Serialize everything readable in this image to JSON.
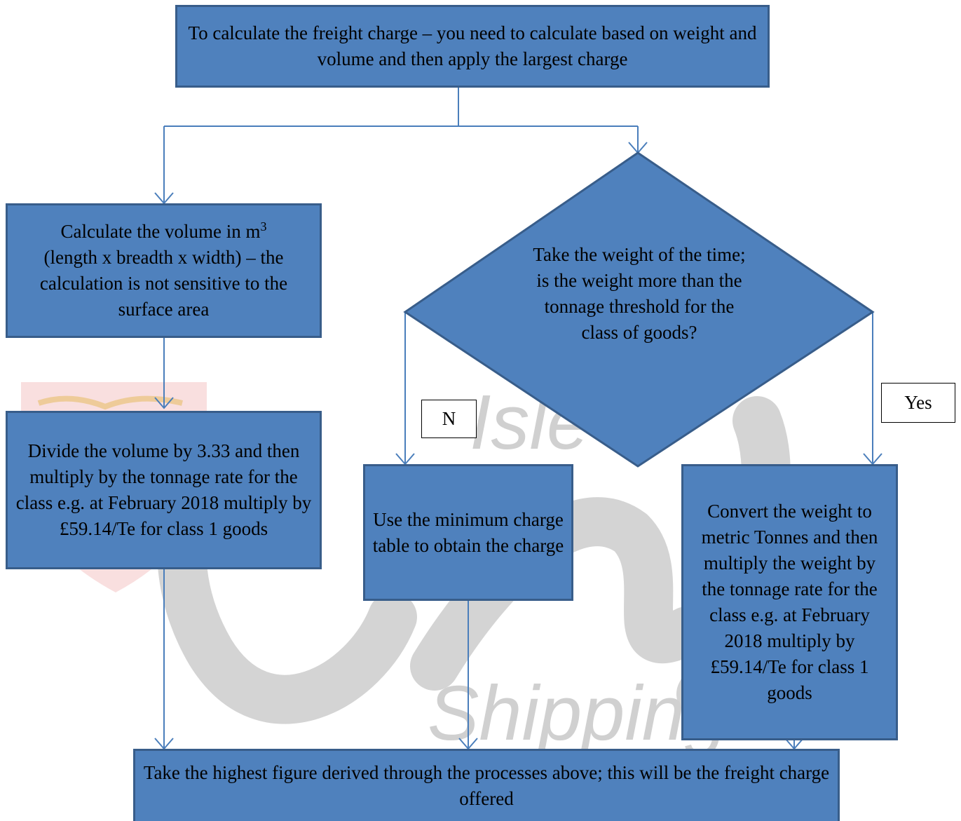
{
  "diagram": {
    "top_box": "To calculate the freight charge – you need to calculate based on weight and volume and then apply the largest charge",
    "volume_box": {
      "text_main": "Calculate the volume in m",
      "superscript": "3",
      "text_rest": "(length x breadth x width) – the calculation is not sensitive to the surface area"
    },
    "divide_box": "Divide the volume by 3.33 and then multiply by the tonnage rate for the class e.g. at February 2018  multiply by £59.14/Te for class 1 goods",
    "decision": "Take the weight of the time; is the weight more than the tonnage threshold for the class of goods?",
    "no_label": "N",
    "yes_label": "Yes",
    "min_charge_box": "Use the minimum charge table to obtain the charge",
    "convert_box": "Convert the weight to metric Tonnes and then multiply the weight by the tonnage rate for the class e.g. at February 2018 multiply by £59.14/Te for class 1 goods",
    "bottom_box": "Take the highest figure derived through the processes above; this will be the freight charge offered"
  },
  "watermark": {
    "word_top": "Isle of",
    "word_bottom": "Shipping"
  },
  "colors": {
    "box_fill": "#4f81bd",
    "box_border": "#385d8a",
    "connector": "#4a7ebb"
  }
}
